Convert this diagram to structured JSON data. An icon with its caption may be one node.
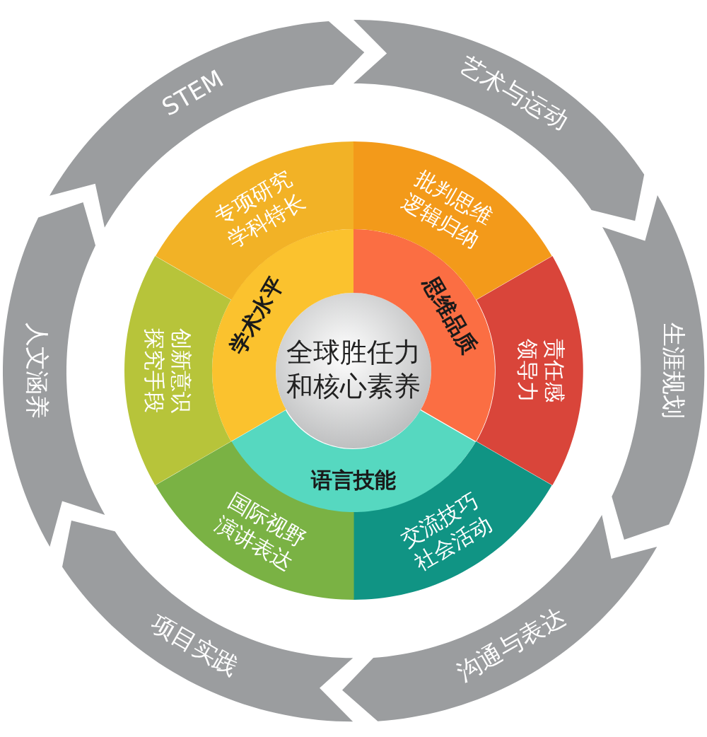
{
  "diagram": {
    "nodes": [
      {
        "text": [
          "全球胜任力和核心素养"
        ]
      },
      {
        "text": [
          "学术水平"
        ]
      },
      {
        "text": [
          "思维品质"
        ]
      },
      {
        "text": [
          "语言技能"
        ]
      },
      {
        "text": [
          "专项研究学科特长"
        ]
      },
      {
        "text": [
          "批判思维逻辑归纳"
        ]
      },
      {
        "text": [
          "责任感领导力"
        ]
      },
      {
        "text": [
          "交流技巧社会活动"
        ]
      },
      {
        "text": [
          "国际视野演讲表达"
        ]
      },
      {
        "text": [
          "创新意识探究手段"
        ]
      },
      {
        "text": [
          "STEM"
        ]
      },
      {
        "text": [
          "艺术与运动"
        ]
      },
      {
        "text": [
          "生涯规划"
        ]
      },
      {
        "text": [
          "沟通与表达"
        ]
      },
      {
        "text": [
          "项目实践"
        ]
      },
      {
        "text": [
          "人文涵养"
        ]
      }
    ]
  }
}
